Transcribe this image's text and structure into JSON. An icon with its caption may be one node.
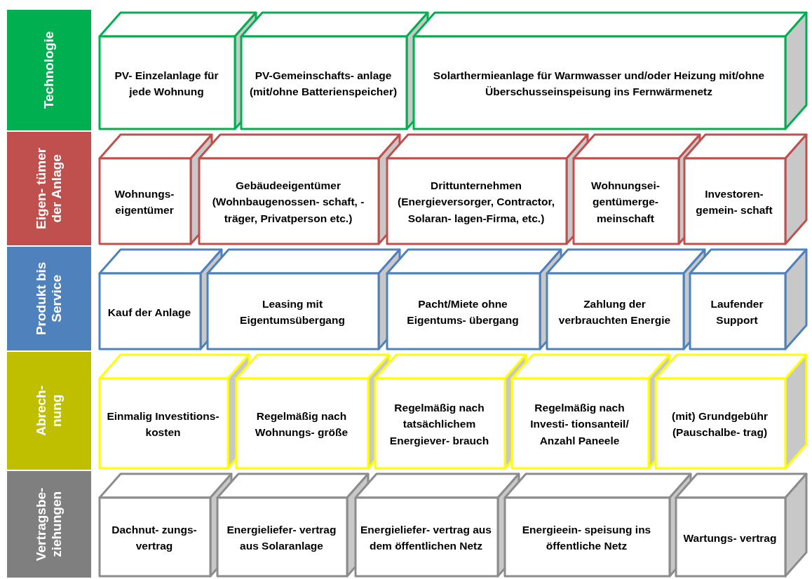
{
  "diagram": {
    "nodes": [
      {
        "text": [
          "Technologie"
        ]
      },
      {
        "text": [
          "PV- Einzelanlage für jede Wohnung"
        ]
      },
      {
        "text": [
          "PV-Gemeinschafts- anlage (mit/ohne Batterienspeicher)"
        ]
      },
      {
        "text": [
          "Solarthermieanlage für Warmwasser und/oder Heizung mit/ohne Überschusseinspeisung ins Fernwärmenetz"
        ]
      },
      {
        "text": [
          "Eigen- tümer der Anlage"
        ]
      },
      {
        "text": [
          "Wohnungs- eigentümer"
        ]
      },
      {
        "text": [
          "Gebäudeeigentümer (Wohnbaugenossen- schaft, -träger, Privatperson etc.)"
        ]
      },
      {
        "text": [
          "Drittunternehmen (Energieversorger, Contractor, Solaran- lagen-Firma, etc.)"
        ]
      },
      {
        "text": [
          "Wohnungsei- gentümerge- meinschaft"
        ]
      },
      {
        "text": [
          "Investoren- gemein- schaft"
        ]
      },
      {
        "text": [
          "Produkt bis Service"
        ]
      },
      {
        "text": [
          "Kauf der Anlage"
        ]
      },
      {
        "text": [
          "Leasing mit Eigentumsübergang"
        ]
      },
      {
        "text": [
          "Pacht/Miete ohne Eigentums- übergang"
        ]
      },
      {
        "text": [
          "Zahlung der verbrauchten Energie"
        ]
      },
      {
        "text": [
          "Laufender Support"
        ]
      },
      {
        "text": [
          "Abrech- nung"
        ]
      },
      {
        "text": [
          "Einmalig Investitions- kosten"
        ]
      },
      {
        "text": [
          "Regelmäßig nach Wohnungs- größe"
        ]
      },
      {
        "text": [
          "Regelmäßig nach tatsächlichem Energiever- brauch"
        ]
      },
      {
        "text": [
          "Regelmäßig nach Investi- tionsanteil/ Anzahl Paneele"
        ]
      },
      {
        "text": [
          "(mit) Grundgebühr (Pauschalbe- trag)"
        ]
      },
      {
        "text": [
          "Vertragsbe- ziehungen"
        ]
      },
      {
        "text": [
          "Dachnut- zungs- vertrag"
        ]
      },
      {
        "text": [
          "Energieliefer- vertrag aus Solaranlage"
        ]
      },
      {
        "text": [
          "Energieliefer- vertrag aus dem öffentlichen Netz"
        ]
      },
      {
        "text": [
          "Energieein- speisung ins öffentliche Netz"
        ]
      },
      {
        "text": [
          "Wartungs- vertrag"
        ]
      }
    ]
  }
}
